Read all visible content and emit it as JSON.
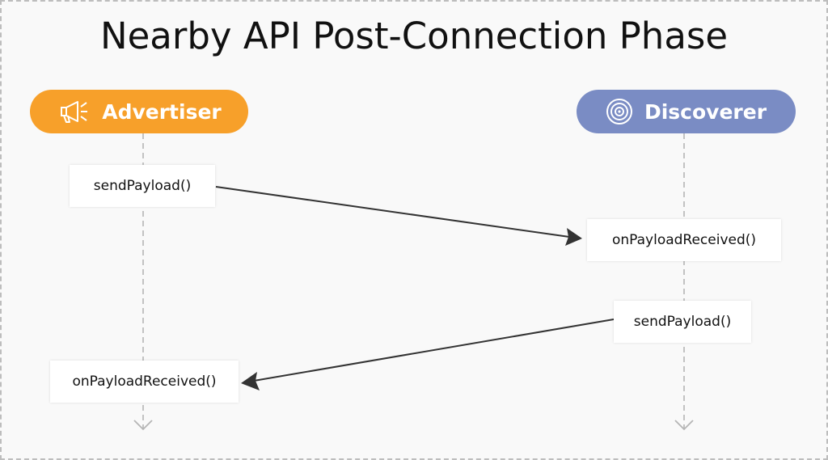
{
  "title": "Nearby API Post-Connection Phase",
  "actors": {
    "advertiser": {
      "label": "Advertiser",
      "icon": "megaphone-icon",
      "color": "#f7a02a"
    },
    "discoverer": {
      "label": "Discoverer",
      "icon": "radar-signal-icon",
      "color": "#7a8cc4"
    }
  },
  "messages": [
    {
      "label": "sendPayload()",
      "lane": "advertiser"
    },
    {
      "label": "onPayloadReceived()",
      "lane": "discoverer"
    },
    {
      "label": "sendPayload()",
      "lane": "discoverer"
    },
    {
      "label": "onPayloadReceived()",
      "lane": "advertiser"
    }
  ],
  "arrows": [
    {
      "from": "advertiser",
      "to": "discoverer"
    },
    {
      "from": "discoverer",
      "to": "advertiser"
    }
  ],
  "colors": {
    "lifeline": "#b5b5b5",
    "arrow": "#333333",
    "border": "#bdbdbd"
  }
}
